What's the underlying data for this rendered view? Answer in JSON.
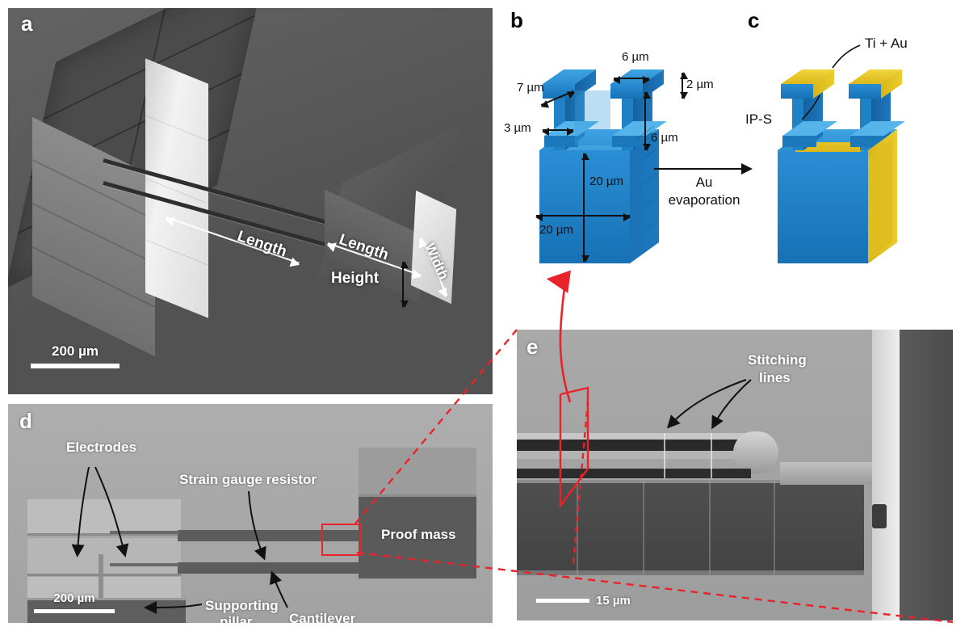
{
  "figure": {
    "domain": "scientific-figure",
    "panels": [
      "a",
      "b",
      "c",
      "d",
      "e"
    ],
    "colors": {
      "resin_blue": "#1f7cc0",
      "metal_yellow": "#e8c424",
      "annotation_red": "#e8232a",
      "sem_dark_background": "#5a5a5a",
      "sem_light_background": "#a8a8a8",
      "label_white": "#ffffff",
      "label_black": "#111111"
    }
  },
  "panel_a": {
    "label": "a",
    "type": "sem-micrograph",
    "dimension_labels": {
      "gap_length": "Length",
      "mass_length": "Length",
      "mass_width": "Width",
      "mass_height": "Height"
    },
    "scale_bar": {
      "text": "200 µm"
    }
  },
  "panel_b": {
    "label": "b",
    "type": "3d-render",
    "dimensions": {
      "flange_width": "7 µm",
      "gap_width": "6 µm",
      "flange_thickness": "2 µm",
      "web_thickness": "3 µm",
      "beam_height": "6 µm",
      "pillar_height": "20 µm",
      "pillar_width": "20 µm"
    }
  },
  "process_arrow": {
    "line1": "Au",
    "line2": "evaporation"
  },
  "panel_c": {
    "label": "c",
    "type": "3d-render",
    "callouts": {
      "coating": "Ti + Au",
      "resin": "IP-S"
    }
  },
  "panel_d": {
    "label": "d",
    "type": "sem-micrograph",
    "callouts": {
      "electrodes": "Electrodes",
      "strain_gauge": "Strain gauge resistor",
      "proof_mass": "Proof mass",
      "cantilever": "Cantilever",
      "supporting_pillar_line1": "Supporting",
      "supporting_pillar_line2": "pillar"
    },
    "scale_bar": {
      "text": "200 µm"
    }
  },
  "panel_e": {
    "label": "e",
    "type": "sem-micrograph",
    "callouts": {
      "stitching_line1": "Stitching",
      "stitching_line2": "lines"
    },
    "scale_bar": {
      "text": "15 µm"
    }
  }
}
